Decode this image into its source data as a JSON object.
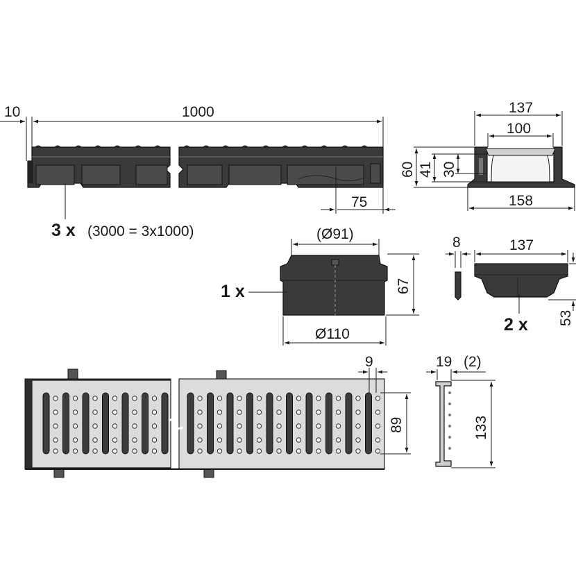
{
  "channel": {
    "dim_end": "10",
    "dim_length": "1000",
    "dim_outlet": "75",
    "quantity": "3 x",
    "note": "(3000 = 3x1000)"
  },
  "section": {
    "dim_width_top": "137",
    "dim_inner_width": "100",
    "dim_height": "60",
    "dim_inner_height": "41",
    "dim_depth": "30",
    "dim_base_width": "158"
  },
  "outlet": {
    "quantity": "1 x",
    "dim_inner_dia": "(Ø91)",
    "dim_outer_dia": "Ø110",
    "dim_height": "67"
  },
  "endcap": {
    "quantity": "2 x",
    "dim_thickness": "8",
    "dim_width": "137",
    "dim_height": "53"
  },
  "grate": {
    "dim_slot": "9",
    "dim_width": "89"
  },
  "grate_profile": {
    "dim_depth": "19",
    "dim_thickness": "(2)",
    "dim_height": "133"
  }
}
